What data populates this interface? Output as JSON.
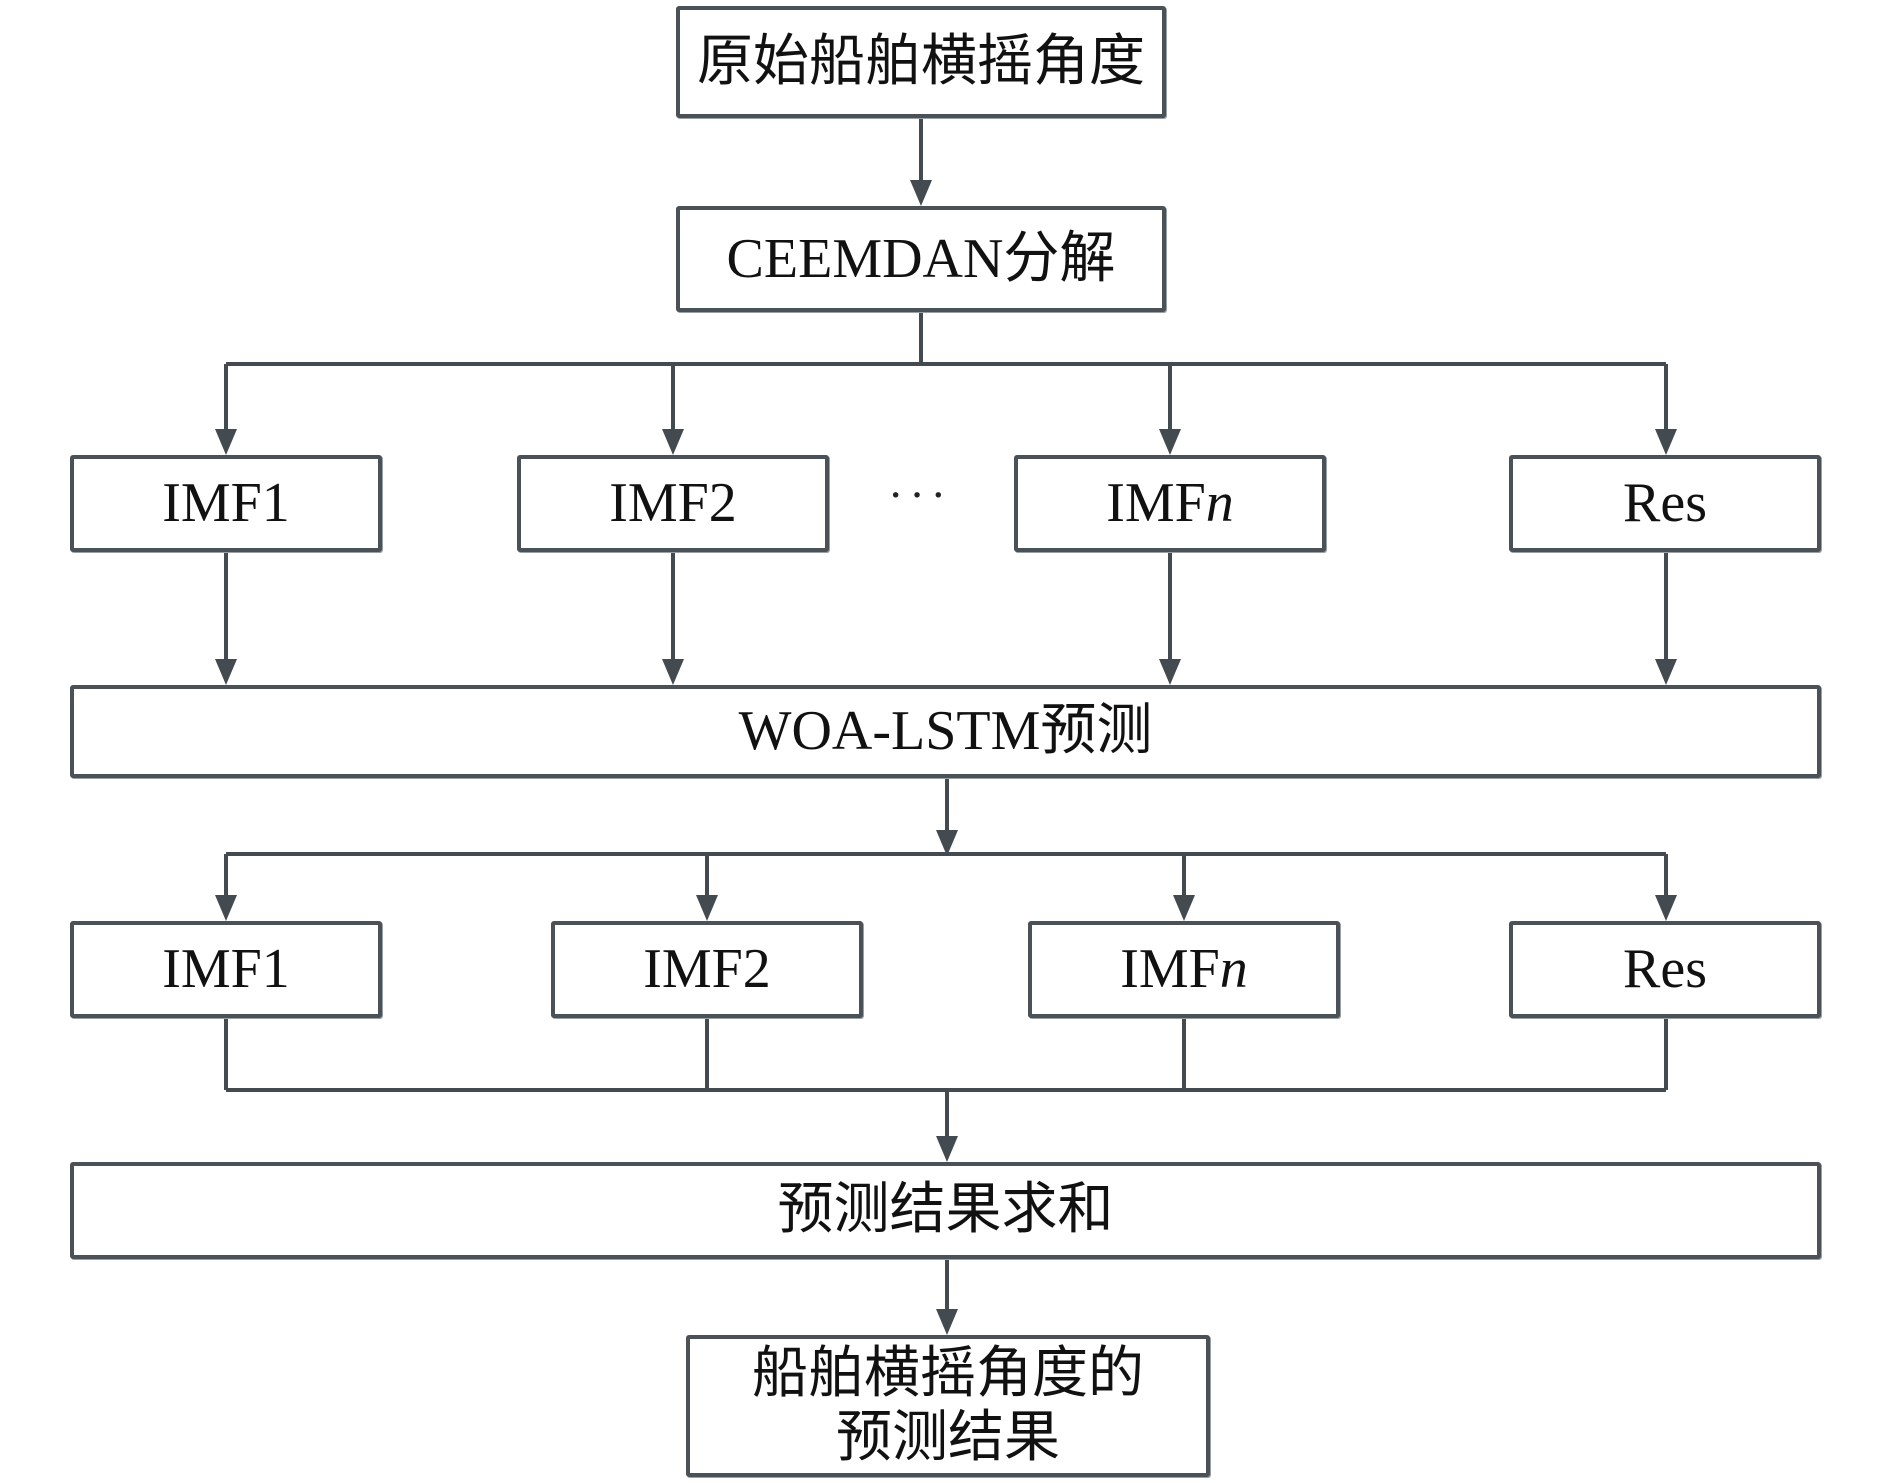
{
  "diagram": {
    "top": {
      "source": "原始船舶横摇角度",
      "decompose": "CEEMDAN分解"
    },
    "components_row1": [
      {
        "name": "IMF",
        "suffix": "1",
        "italic": false
      },
      {
        "name": "IMF",
        "suffix": "2",
        "italic": false
      },
      {
        "name": "IMF",
        "suffix": "n",
        "italic": true
      },
      {
        "name": "Res",
        "suffix": "",
        "italic": false
      }
    ],
    "ellipsis": "···",
    "predict": "WOA-LSTM预测",
    "components_row2": [
      {
        "name": "IMF",
        "suffix": "1",
        "italic": false
      },
      {
        "name": "IMF",
        "suffix": "2",
        "italic": false
      },
      {
        "name": "IMF",
        "suffix": "n",
        "italic": true
      },
      {
        "name": "Res",
        "suffix": "",
        "italic": false
      }
    ],
    "sum": "预测结果求和",
    "result": "船舶横摇角度的\n预测结果",
    "colors": {
      "line": "#444b50",
      "border": "#4a5157"
    }
  }
}
